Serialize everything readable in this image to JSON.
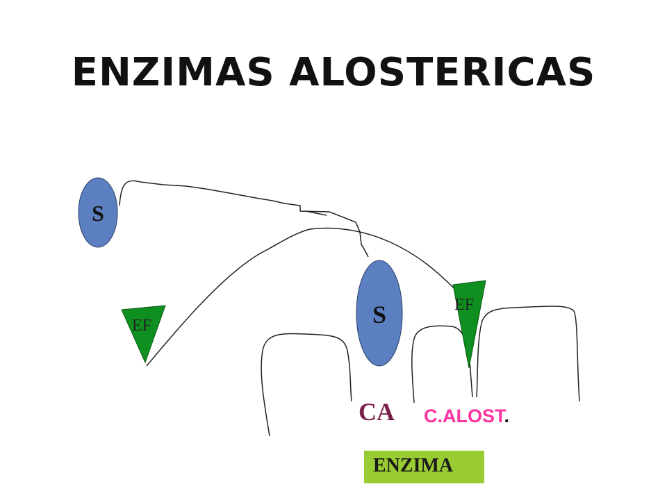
{
  "slide": {
    "title": "ENZIMAS ALOSTERICAS"
  },
  "labels": {
    "substrate_free": "S",
    "substrate_bound": "S",
    "effector_free": "EF",
    "effector_bound": "EF",
    "active_center": "CA",
    "allosteric_center": "C.ALOST",
    "allosteric_center_suffix": ".",
    "enzyme": "ENZIMA"
  },
  "colors": {
    "substrate_fill": "#5b7fc0",
    "effector_fill": "#0f8f1f",
    "active_center_text": "#7a1f4a",
    "allosteric_text": "#ff33a0",
    "enzyme_box": "#99cc33"
  }
}
